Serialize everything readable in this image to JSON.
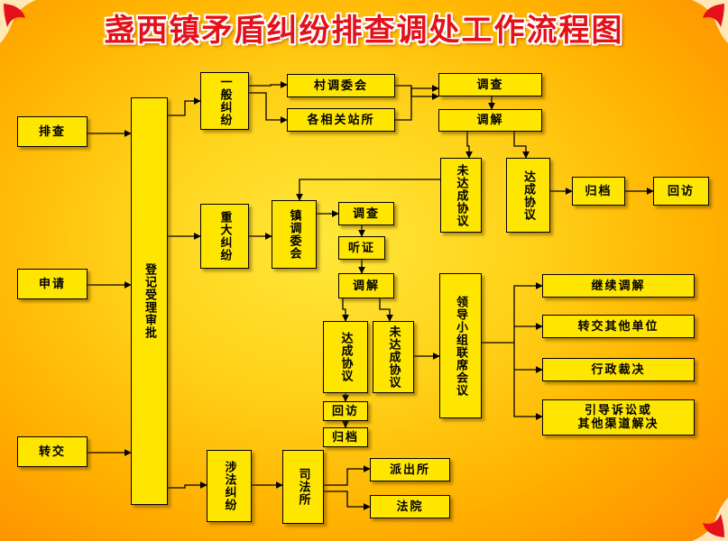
{
  "title": "盏西镇矛盾纠纷排查调处工作流程图",
  "colors": {
    "title": "#e4101a",
    "box_fill": "#ffe600",
    "line": "#000000"
  },
  "nodes": {
    "paicha": "排查",
    "shenqing": "申请",
    "zhuanjiao": "转交",
    "dengji": "登记受理审批",
    "yiban": "一般纠纷",
    "zhongda": "重大纠纷",
    "shefa": "涉法纠纷",
    "cuntiao": "村调委会",
    "gexiang": "各相关站所",
    "diaocha_top": "调查",
    "tiaojie_top": "调解",
    "weidacheng_top": "未达成协议",
    "dacheng_top": "达成协议",
    "guidang_top": "归档",
    "huifang_top": "回访",
    "zhentiao": "镇调委会",
    "diaocha_mid": "调查",
    "tingzheng": "听证",
    "tiaojie_mid": "调解",
    "dacheng_mid": "达成协议",
    "weidacheng_mid": "未达成协议",
    "huifang_mid": "回访",
    "guidang_mid": "归档",
    "lingdao": "领导小组联席会议",
    "jixu": "继续调解",
    "zhuanjiao_unit": "转交其他单位",
    "xingzheng": "行政裁决",
    "yindao_1": "引导诉讼或",
    "yindao_2": "其他渠道解决",
    "sifa": "司法所",
    "paichusuo": "派出所",
    "fayuan": "法院"
  }
}
